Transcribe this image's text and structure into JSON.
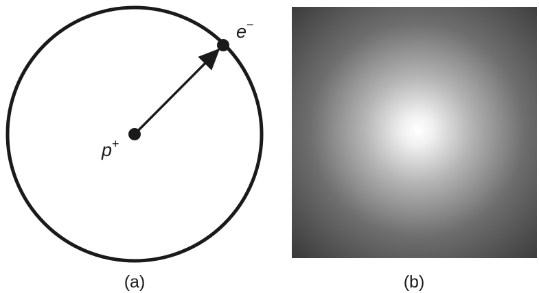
{
  "panel_a": {
    "proton": {
      "symbol": "p",
      "superscript": "+"
    },
    "electron": {
      "symbol": "e",
      "superscript": "−"
    },
    "caption": "(a)"
  },
  "panel_b": {
    "caption": "(b)",
    "gradient": {
      "center_color": "#ffffff",
      "edge_color": "#3a3a3a"
    }
  },
  "colors": {
    "ink": "#1a1a1a",
    "background": "#ffffff"
  }
}
